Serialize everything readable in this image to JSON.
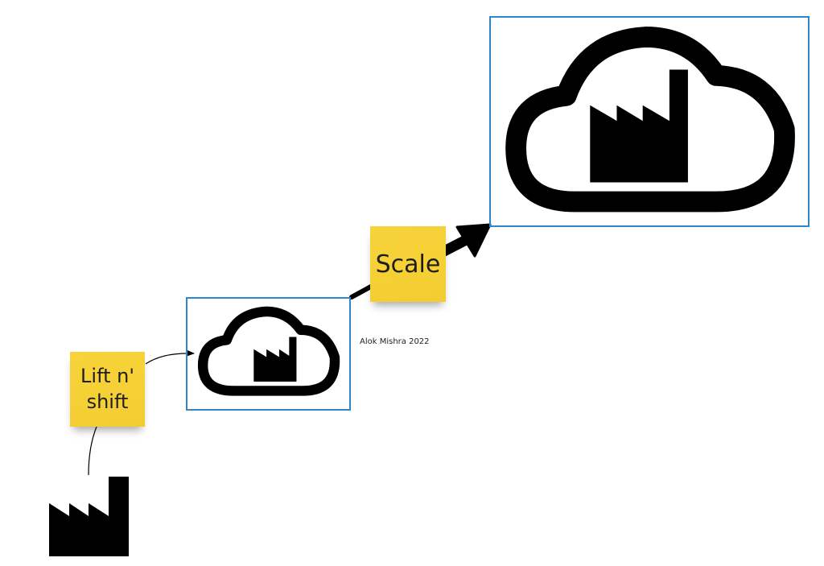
{
  "diagram": {
    "stickies": {
      "lift_and_shift": "Lift n'\nshift",
      "scale": "Scale"
    },
    "credit": "Alok Mishra 2022",
    "icons": {
      "on_premise": "factory-icon",
      "cloud_small": "cloud-factory-icon",
      "cloud_large": "cloud-factory-icon"
    },
    "colors": {
      "frame_border": "#2f86c9",
      "sticky_fill": "#f5d035",
      "icon_fill": "#000000"
    }
  }
}
